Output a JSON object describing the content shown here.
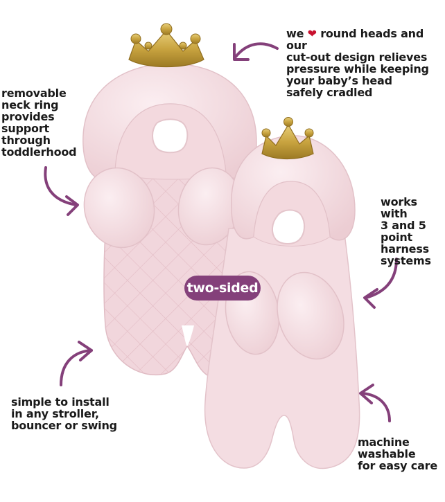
{
  "callouts": {
    "top_prefix": "we",
    "top_heart": "❤",
    "top_rest": " round heads and our\ncut-out design relieves\npressure while keeping\nyour baby’s head\nsafely cradled",
    "neck_ring": "removable\nneck ring\nprovides\nsupport\nthrough\ntoddlerhood",
    "harness": "works with\n3 and 5\npoint\nharness\nsystems",
    "install": "simple to install\nin any stroller,\nbouncer or swing",
    "washable": "machine\nwashable\nfor easy care"
  },
  "badge": {
    "label": "two-sided"
  },
  "colors": {
    "accent": "#84407a",
    "arrow": "#84407a",
    "heart": "#c8102e",
    "cushion_pink": "#f4dde2",
    "cushion_shadow": "#e6c3ca",
    "crown_gold": "#c9a440"
  },
  "icons": [
    "heart-icon",
    "crown-icon",
    "curved-arrow-icon"
  ]
}
